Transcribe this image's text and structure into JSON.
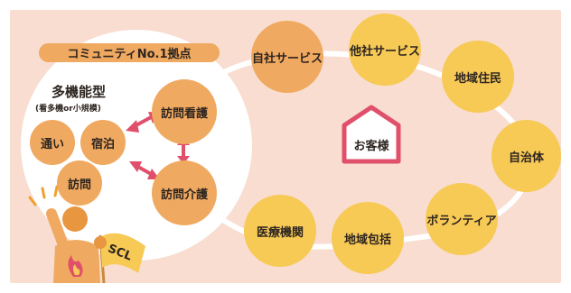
{
  "hub": {
    "title": "コミュニティNo.1拠点",
    "type_title": "多機能型",
    "type_sub": "(看多機or小規模)",
    "services": {
      "kayoi": "通い",
      "shukuhaku": "宿泊",
      "houmon": "訪問",
      "houmon_kango": "訪問看護",
      "houmon_kaigo": "訪問介護"
    },
    "flag_text": "SCL"
  },
  "ring": {
    "center_label": "お客様",
    "nodes": {
      "jisha": "自社サービス",
      "tasha": "他社サービス",
      "chiiki_jumin": "地域住民",
      "jichitai": "自治体",
      "volunteer": "ボランティア",
      "chiiki_houkatsu": "地域包括",
      "iryo_kikan": "医療機関"
    }
  },
  "colors": {
    "background": "#f8ddd0",
    "orange_node": "#f0a960",
    "yellow_node": "#f7c955",
    "arrow": "#e0506a",
    "house": "#e0506a"
  }
}
